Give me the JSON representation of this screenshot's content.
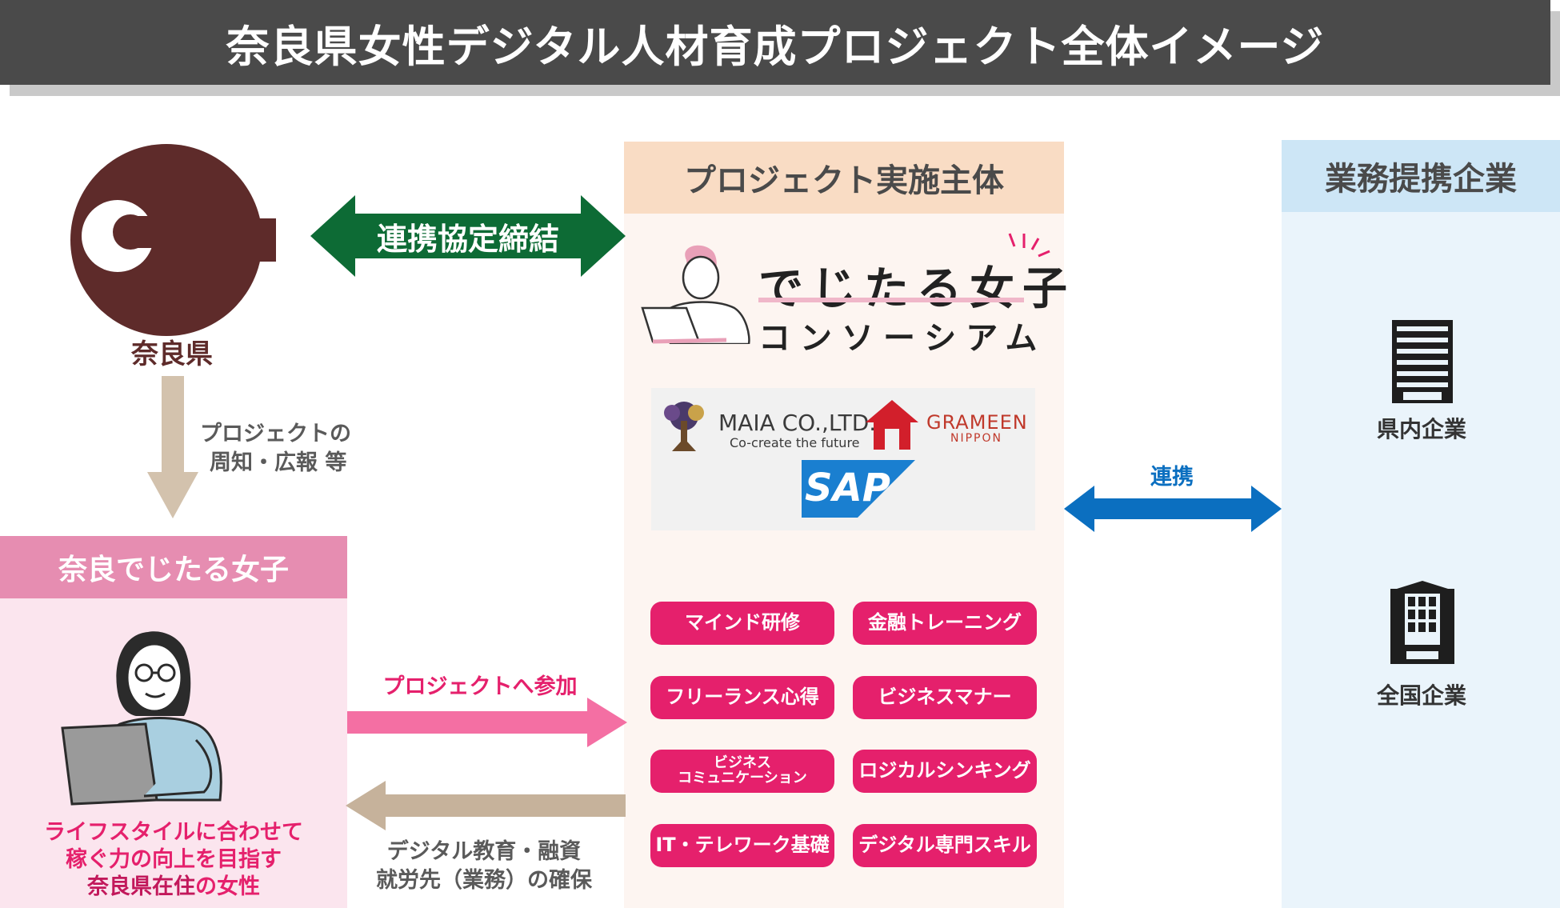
{
  "title": "奈良県女性デジタル人材育成プロジェクト全体イメージ",
  "nara": {
    "label": "奈良県",
    "agreement": "連携協定締結",
    "promotion_line1": "プロジェクトの",
    "promotion_line2": "周知・広報 等"
  },
  "left_box": {
    "header": "奈良でじたる女子",
    "desc_line1": "ライフスタイルに合わせて",
    "desc_line2": "稼ぐ力の向上を目指す",
    "desc_line3_bold": "奈良県在住",
    "desc_line3_rest": "の女性"
  },
  "arrows": {
    "join": "プロジェクトへ参加",
    "return_line1": "デジタル教育・融資",
    "return_line2": "就労先（業務）の確保",
    "alliance": "連携"
  },
  "center": {
    "header": "プロジェクト実施主体",
    "logo_line1": "でじたる女子",
    "logo_line2": "コンソーシアム",
    "partners": {
      "maia_name": "MAIA CO.,LTD.",
      "maia_tagline": "Co-create the future",
      "grameen_name": "GRAMEEN",
      "grameen_sub": "NIPPON",
      "sap": "SAP"
    },
    "pills": [
      {
        "line1": "マインド研修",
        "line2": ""
      },
      {
        "line1": "金融トレーニング",
        "line2": ""
      },
      {
        "line1": "フリーランス心得",
        "line2": ""
      },
      {
        "line1": "ビジネスマナー",
        "line2": ""
      },
      {
        "line1": "ビジネス",
        "line2": "コミュニケーション"
      },
      {
        "line1": "ロジカルシンキング",
        "line2": ""
      },
      {
        "line1": "IT・テレワーク基礎",
        "line2": ""
      },
      {
        "line1": "デジタル専門スキル",
        "line2": ""
      }
    ]
  },
  "right": {
    "header": "業務提携企業",
    "company1": "県内企業",
    "company2": "全国企業"
  },
  "colors": {
    "banner": "#4a4a4a",
    "nara_maroon": "#5e2b2a",
    "agreement_green": "#0d6b35",
    "pink_accent": "#e5206c",
    "blue_arrow": "#0b6fc0",
    "tan_arrow": "#d3c2ad"
  }
}
